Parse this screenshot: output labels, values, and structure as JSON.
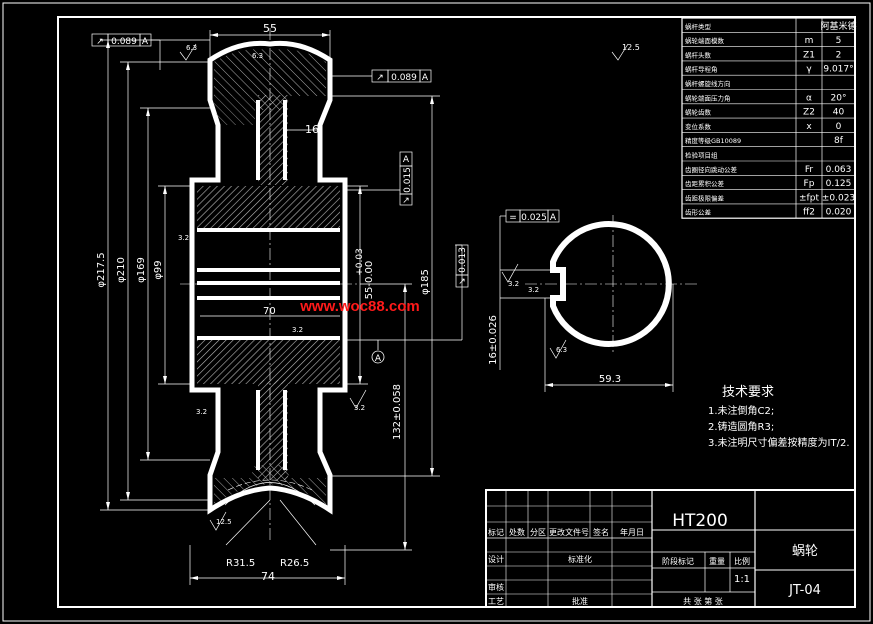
{
  "dimensions": {
    "width_top": "55",
    "web": "16",
    "d_outer": "φ217.5",
    "d_throat": "φ210",
    "d169": "φ169",
    "d99": "φ99",
    "hub_dim": "70",
    "bore_tol": "55-0.00",
    "bore_tol_top": "+0.03",
    "d185": "φ185",
    "axial": "132±0.058",
    "r_outer": "R31.5",
    "r_inner": "R26.5",
    "width_bottom": "74",
    "keyway_h": "16±0.026",
    "keyway_w": "59.3",
    "datum_a": "A"
  },
  "tolerances": {
    "tol1_sym": "↗",
    "tol1_val": "0.089",
    "tol1_ref": "A",
    "tol2_sym": "↗",
    "tol2_val": "0.089",
    "tol2_ref": "A",
    "tol3_sym": "↗",
    "tol3_val": "0.015",
    "tol3_ref": "A",
    "tol4_sym": "↗",
    "tol4_val": "0.013",
    "tol5_sym": "=",
    "tol5_val": "0.025",
    "tol5_ref": "A"
  },
  "roughness": {
    "r1": "6.3",
    "r2": "6.3",
    "r3": "3.2",
    "r4": "3.2",
    "r5": "3.2",
    "r6": "3.2",
    "r7": "12.5",
    "r8": "3.2",
    "r9": "3.2",
    "r10": "6.3",
    "r_general": "12.5"
  },
  "param_table": {
    "rows": [
      {
        "label": "蜗杆类型",
        "sym": "",
        "val": "阿基米德"
      },
      {
        "label": "蜗轮端面模数",
        "sym": "m",
        "val": "5"
      },
      {
        "label": "蜗杆头数",
        "sym": "Z1",
        "val": "2"
      },
      {
        "label": "蜗杆导程角",
        "sym": "γ",
        "val": "9.017°"
      },
      {
        "label": "蜗杆螺旋线方向",
        "sym": "",
        "val": ""
      },
      {
        "label": "蜗轮端面压力角",
        "sym": "α",
        "val": "20°"
      },
      {
        "label": "蜗轮齿数",
        "sym": "Z2",
        "val": "40"
      },
      {
        "label": "变位系数",
        "sym": "x",
        "val": "0"
      },
      {
        "label": "精度等级GB10089",
        "sym": "",
        "val": "8f"
      },
      {
        "label": "检验项目组",
        "sym": "",
        "val": ""
      },
      {
        "label": "齿圈径向跳动公差",
        "sym": "Fr",
        "val": "0.063"
      },
      {
        "label": "齿距累积公差",
        "sym": "Fp",
        "val": "0.125"
      },
      {
        "label": "齿距极限偏差",
        "sym": "±fpt",
        "val": "±0.023"
      },
      {
        "label": "齿形公差",
        "sym": "ff2",
        "val": "0.020"
      }
    ]
  },
  "tech_req": {
    "title": "技术要求",
    "items": [
      "1.未注倒角C2;",
      "2.铸造圆角R3;",
      "3.未注明尺寸偏差按精度为IT/2."
    ]
  },
  "title_block": {
    "material": "HT200",
    "part_name": "蜗轮",
    "drawing_no": "JT-04",
    "scale": "1:1",
    "col_headers": [
      "标记",
      "处数",
      "分区",
      "更改文件号",
      "签名",
      "年月日"
    ],
    "row_design": "设计",
    "row_std": "标准化",
    "row_review": "审核",
    "row_process": "工艺",
    "row_approve": "批准",
    "stage_mark": "阶段标记",
    "weight": "重量",
    "ratio": "比例",
    "sheets": "共  张   第  张"
  },
  "watermark": "www.woc88.com",
  "colors": {
    "line": "#ffffff",
    "accent": "#ff0000",
    "hatch": "#c8c8c8",
    "dim": "#ffffff"
  }
}
